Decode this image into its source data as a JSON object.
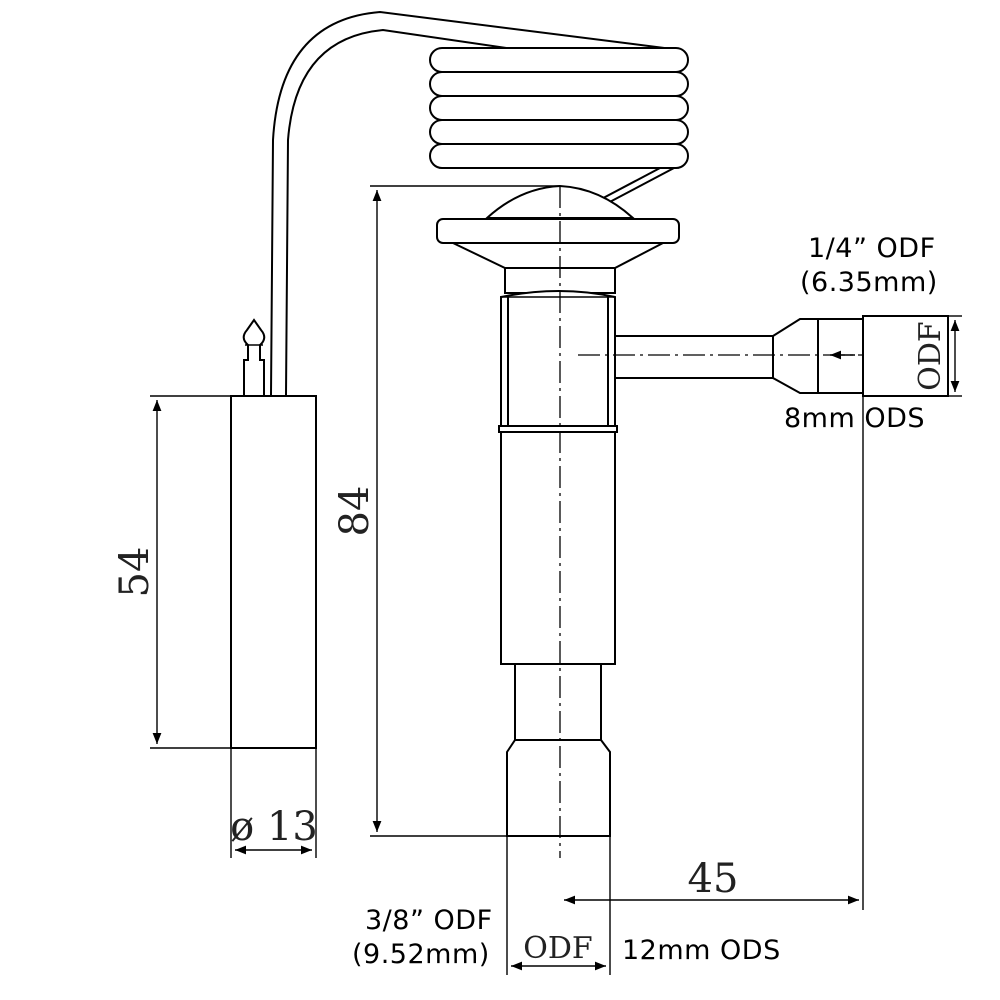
{
  "dimensions": {
    "bulb_length": "54",
    "bulb_diameter": "ø 13",
    "overall_height": "84",
    "outlet_offset": "45",
    "odf_label": "ODF"
  },
  "inlet": {
    "size": "1/4” ODF",
    "metric": "(6.35mm)",
    "alt": "8mm ODS"
  },
  "outlet": {
    "size": "3/8” ODF",
    "metric": "(9.52mm)",
    "alt": "12mm ODS"
  }
}
